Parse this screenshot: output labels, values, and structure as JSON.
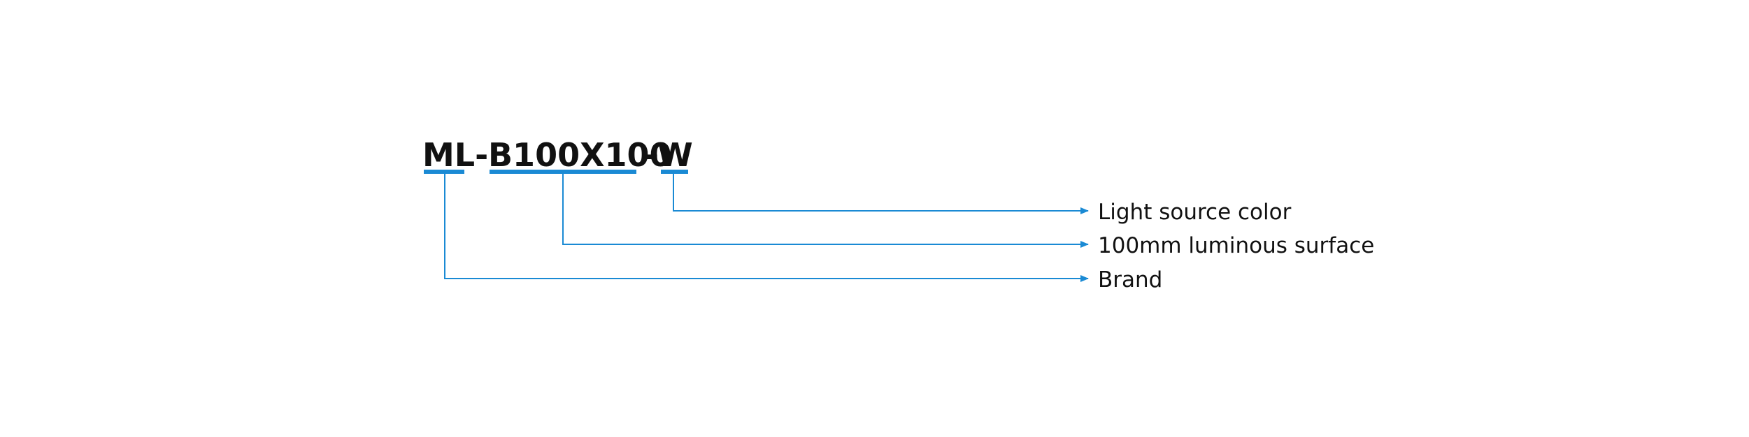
{
  "accent_color": "#1a8ad4",
  "text_color": "#111111",
  "code": {
    "part1": "ML-",
    "part2": "B100X100",
    "part3": "-W"
  },
  "callouts": [
    {
      "segment": "ML",
      "label": "Brand"
    },
    {
      "segment": "B100X100",
      "label": "100mm luminous surface"
    },
    {
      "segment": "W",
      "label": "Light source color"
    }
  ]
}
